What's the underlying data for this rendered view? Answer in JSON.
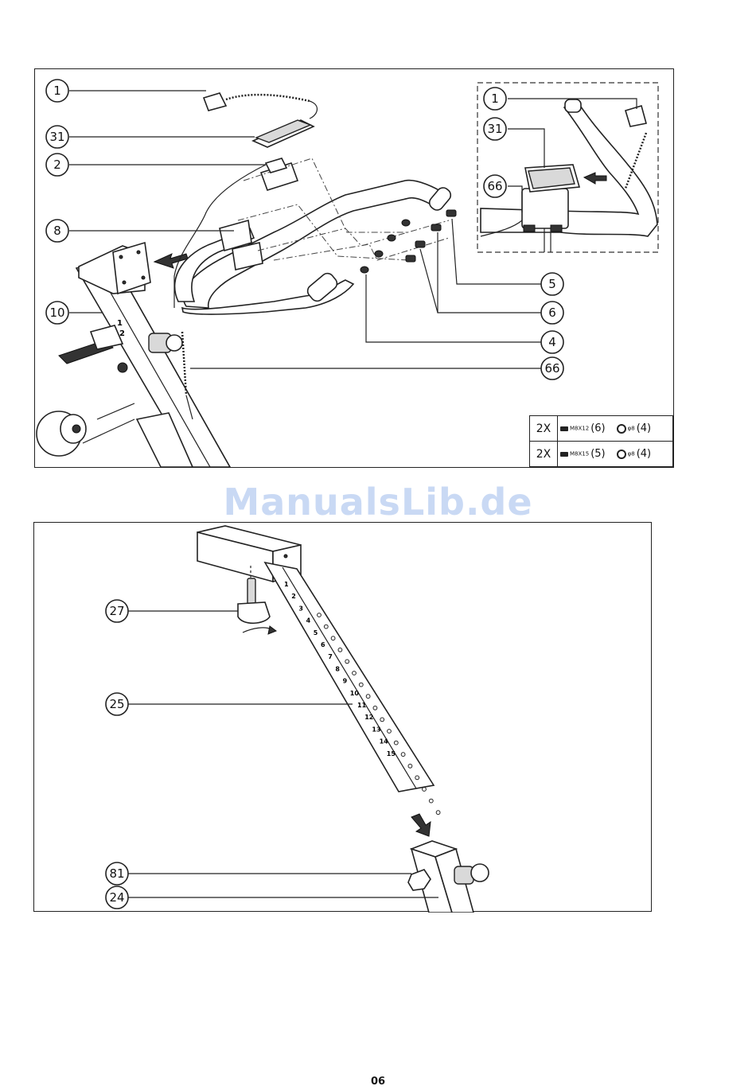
{
  "watermark": "ManualsLib.de",
  "page_number": "06",
  "top_figure": {
    "callouts": [
      "1",
      "31",
      "2",
      "8",
      "10",
      "5",
      "6",
      "4",
      "66"
    ],
    "inset_callouts": [
      "1",
      "31",
      "66"
    ],
    "seat_numbers": [
      "1",
      "2"
    ]
  },
  "hardware_table": {
    "rows": [
      {
        "qty": "2X",
        "bolt_spec": "M8X12",
        "bolt_ref": "(6)",
        "washer_spec": "φ8",
        "washer_ref": "(4)"
      },
      {
        "qty": "2X",
        "bolt_spec": "M8X15",
        "bolt_ref": "(5)",
        "washer_spec": "φ8",
        "washer_ref": "(4)"
      }
    ]
  },
  "bottom_figure": {
    "callouts": [
      "27",
      "25",
      "81",
      "24"
    ],
    "post_scale": [
      "1",
      "2",
      "3",
      "4",
      "5",
      "6",
      "7",
      "8",
      "9",
      "10",
      "11",
      "12",
      "13",
      "14",
      "15"
    ]
  }
}
